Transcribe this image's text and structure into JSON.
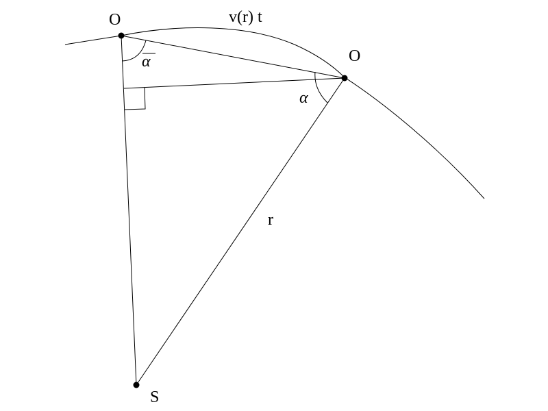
{
  "labels": {
    "point_top_left": "O",
    "point_right": "O",
    "point_bottom": "S",
    "arc_label": "v(r) t",
    "radius_label": "r",
    "angle_right": "α",
    "angle_top_left": "α"
  },
  "colors": {
    "ink": "#000000",
    "background": "#ffffff"
  }
}
